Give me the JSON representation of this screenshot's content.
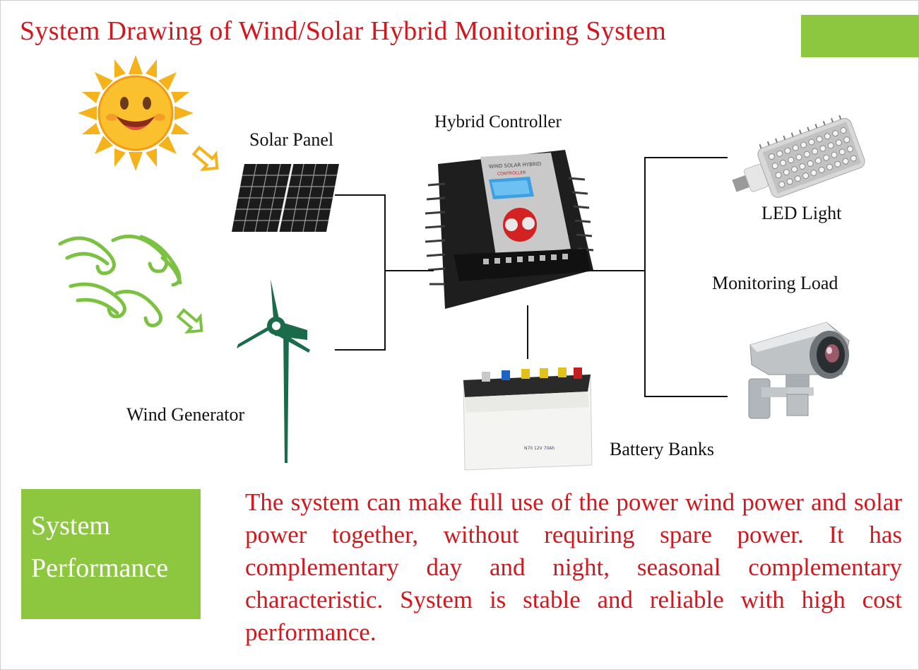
{
  "title": "System Drawing of Wind/Solar Hybrid Monitoring System",
  "colors": {
    "title_red": "#d0191f",
    "accent_green": "#8dc63f",
    "wind_green": "#7cc242",
    "turbine_green": "#1a6b4a"
  },
  "labels": {
    "solar_panel": "Solar Panel",
    "hybrid_controller": "Hybrid Controller",
    "led_light": "LED Light",
    "monitoring_load": "Monitoring Load",
    "wind_generator": "Wind Generator",
    "battery_banks": "Battery Banks"
  },
  "performance": {
    "line1": "System",
    "line2": "Performance",
    "description": "The system can make full use of the power wind power and solar power together, without requiring spare power. It has complementary day and night, seasonal complementary characteristic. System is stable and reliable with high cost performance."
  },
  "icons": [
    "sun-icon",
    "wind-gust-icon",
    "solar-panel-icon",
    "wind-turbine-icon",
    "hybrid-controller-icon",
    "battery-icon",
    "led-light-icon",
    "security-camera-icon"
  ]
}
